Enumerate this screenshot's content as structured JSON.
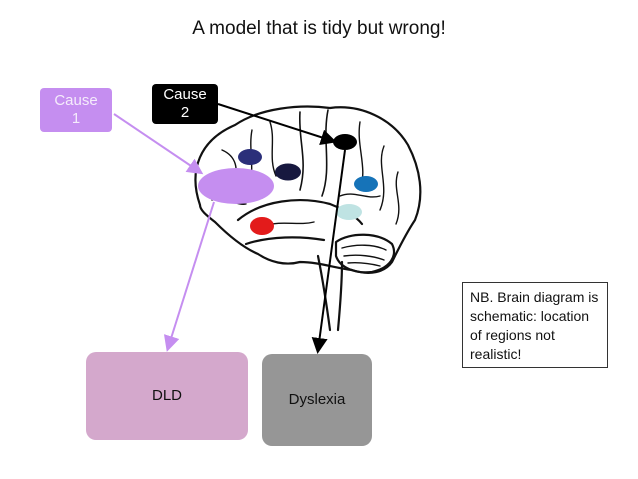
{
  "title": "A model that is tidy but wrong!",
  "cause1": {
    "line1": "Cause",
    "line2": "1"
  },
  "cause2": {
    "line1": "Cause",
    "line2": "2"
  },
  "outcomes": {
    "dld": "DLD",
    "dyslexia": "Dyslexia"
  },
  "note": "NB. Brain diagram is schematic: location of regions not realistic!",
  "colors": {
    "cause1": "#c58ef0",
    "cause2": "#000000",
    "dld_box": "#d4a8cc",
    "dyslexia_box": "#969696",
    "region_navy": "#2b2f7a",
    "region_dark": "#17183f",
    "region_blue": "#1673b8",
    "region_lightblue": "#bfe3e3",
    "region_red": "#e31b1b",
    "arrow_lilac": "#c58ef0",
    "arrow_black": "#000000"
  }
}
